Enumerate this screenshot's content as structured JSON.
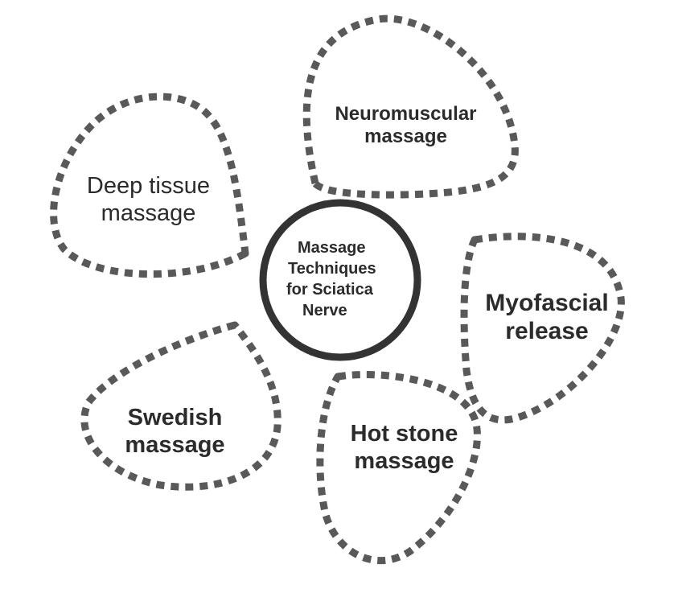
{
  "center": {
    "lines": [
      "Massage",
      "Techniques",
      "for Sciatica",
      "Nerve"
    ]
  },
  "petals": [
    {
      "line1": "Neuromuscular",
      "line2": "massage"
    },
    {
      "line1": "Deep tissue",
      "line2": "massage"
    },
    {
      "line1": "Myofascial",
      "line2": "release"
    },
    {
      "line1": "Swedish",
      "line2": "massage"
    },
    {
      "line1": "Hot stone",
      "line2": "massage"
    }
  ],
  "colors": {
    "petal_stroke": "#595959",
    "hub_stroke": "#333333",
    "text": "#2b2b2b"
  }
}
